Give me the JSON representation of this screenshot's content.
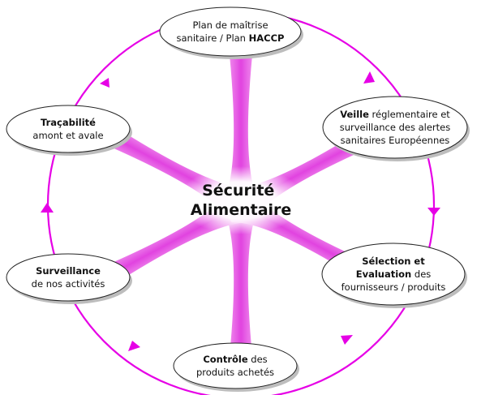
{
  "diagram": {
    "center": {
      "line1": "Sécurité",
      "line2": "Alimentaire"
    },
    "nodes": [
      {
        "id": "plan-haccp",
        "lines": [
          [
            {
              "t": "Plan de maîtrise",
              "b": false
            }
          ],
          [
            {
              "t": "sanitaire / Plan ",
              "b": false
            },
            {
              "t": "HACCP",
              "b": true
            }
          ]
        ]
      },
      {
        "id": "veille",
        "lines": [
          [
            {
              "t": "Veille",
              "b": true
            },
            {
              "t": " réglementaire et",
              "b": false
            }
          ],
          [
            {
              "t": "surveillance des alertes",
              "b": false
            }
          ],
          [
            {
              "t": "sanitaires Européennes",
              "b": false
            }
          ]
        ]
      },
      {
        "id": "selection",
        "lines": [
          [
            {
              "t": "Sélection et",
              "b": true
            }
          ],
          [
            {
              "t": "Evaluation",
              "b": true
            },
            {
              "t": " des",
              "b": false
            }
          ],
          [
            {
              "t": "fournisseurs / produits",
              "b": false
            }
          ]
        ]
      },
      {
        "id": "controle",
        "lines": [
          [
            {
              "t": "Contrôle",
              "b": true
            },
            {
              "t": " des",
              "b": false
            }
          ],
          [
            {
              "t": "produits achetés",
              "b": false
            }
          ]
        ]
      },
      {
        "id": "surveillance",
        "lines": [
          [
            {
              "t": "Surveillance",
              "b": true
            }
          ],
          [
            {
              "t": "de nos activités",
              "b": false
            }
          ]
        ]
      },
      {
        "id": "tracabilite",
        "lines": [
          [
            {
              "t": "Traçabilité",
              "b": true
            }
          ],
          [
            {
              "t": "amont et avale",
              "b": false
            }
          ]
        ]
      }
    ],
    "colors": {
      "accent": "#e600e6",
      "spoke_dark": "#e34fe3",
      "spoke_light": "#fce6fb"
    }
  }
}
